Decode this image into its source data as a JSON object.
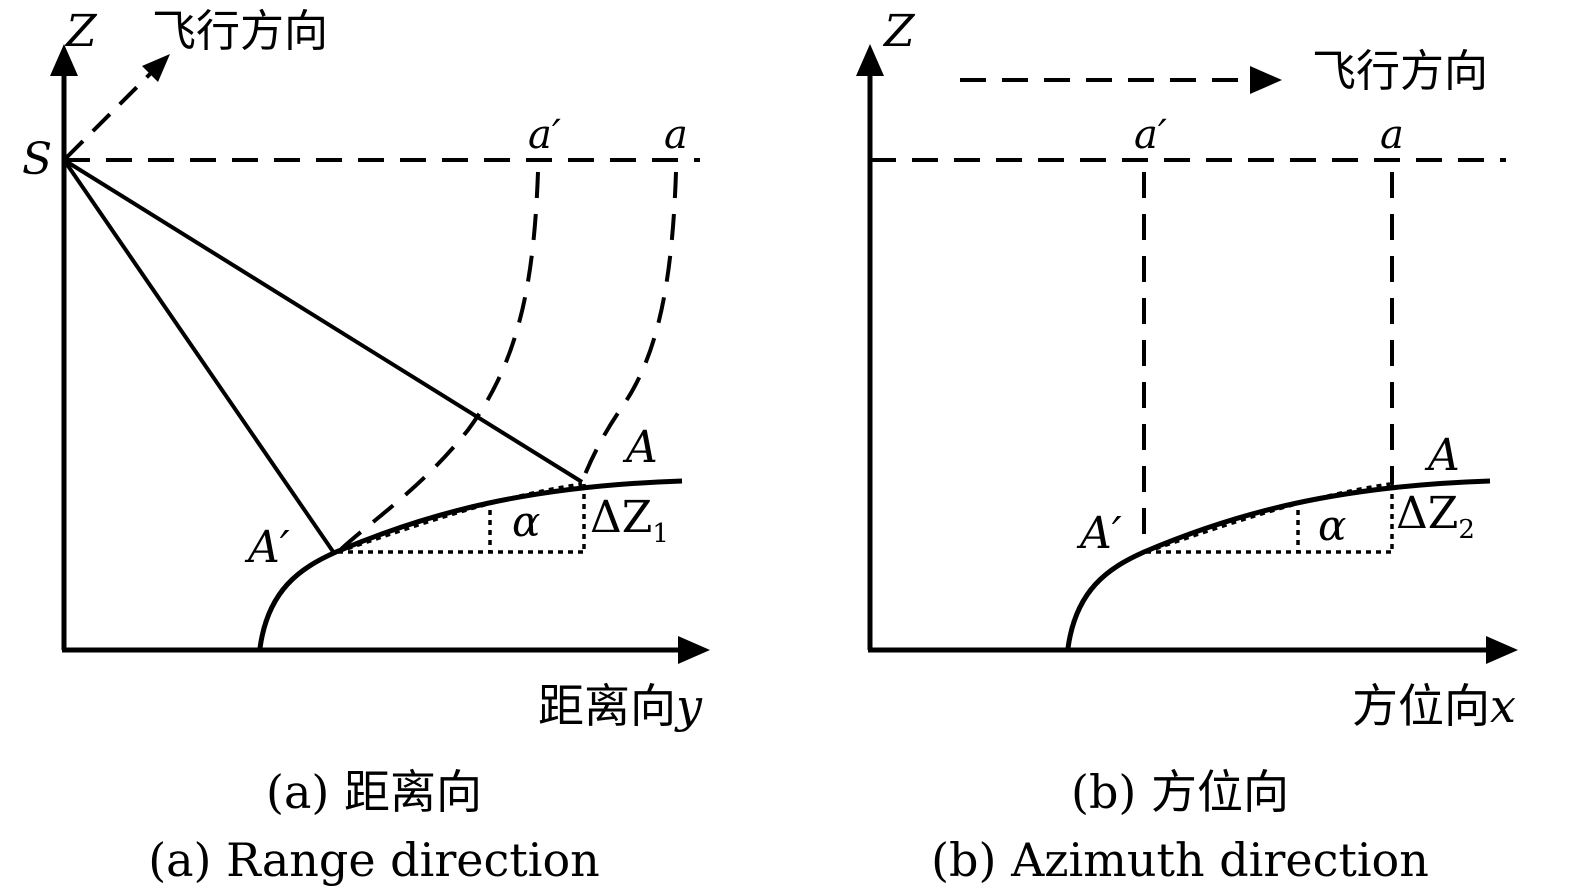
{
  "panel_a": {
    "axis_z": "Z",
    "axis_y_cn": "距离向",
    "axis_y_var": "y",
    "flight": "飞行方向",
    "sensor": "S",
    "a_prime_top": "a′",
    "a_top": "a",
    "A": "A",
    "A_prime": "A′",
    "alpha": "α",
    "delta": "ΔZ",
    "delta_sub": "1",
    "caption_cn": "(a) 距离向",
    "caption_en": "(a) Range direction"
  },
  "panel_b": {
    "axis_z": "Z",
    "axis_x_cn": "方位向",
    "axis_x_var": "x",
    "flight": "飞行方向",
    "a_prime_top": "a′",
    "a_top": "a",
    "A": "A",
    "A_prime": "A′",
    "alpha": "α",
    "delta": "ΔZ",
    "delta_sub": "2",
    "caption_cn": "(b) 方位向",
    "caption_en": "(b) Azimuth direction"
  }
}
